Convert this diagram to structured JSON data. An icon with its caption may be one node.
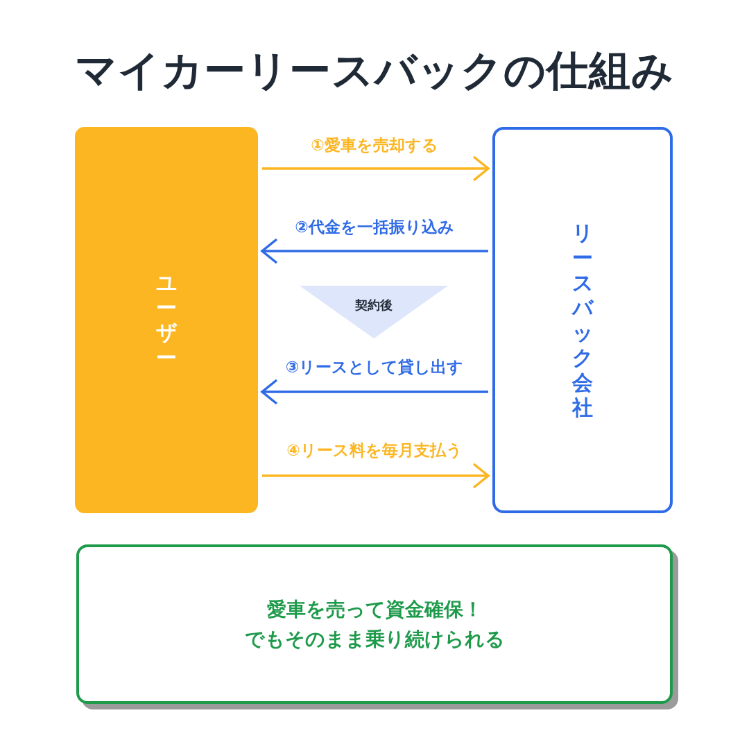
{
  "diagram": {
    "title": "マイカーリースバックの仕組み",
    "nodes": [
      {
        "text": [
          "ユーザー"
        ]
      },
      {
        "text": [
          "リースバック会社"
        ]
      },
      {
        "text": [
          "契約後"
        ]
      },
      {
        "text": [
          "愛車を売って資金確保！でもそのまま乗り続けられる"
        ]
      }
    ],
    "edges": [
      {
        "from": 0,
        "to": 1,
        "arrow": "to",
        "label": "①愛車を売却する",
        "color": "#fbb622"
      },
      {
        "from": 1,
        "to": 0,
        "arrow": "to",
        "label": "②代金を一括振り込み",
        "color": "#2f6be6"
      },
      {
        "from": 1,
        "to": 0,
        "arrow": "to",
        "label": "③リースとして貸し出す",
        "color": "#2f6be6"
      },
      {
        "from": 0,
        "to": 1,
        "arrow": "to",
        "label": "④リース料を毎月支払う",
        "color": "#fbb622"
      }
    ]
  }
}
